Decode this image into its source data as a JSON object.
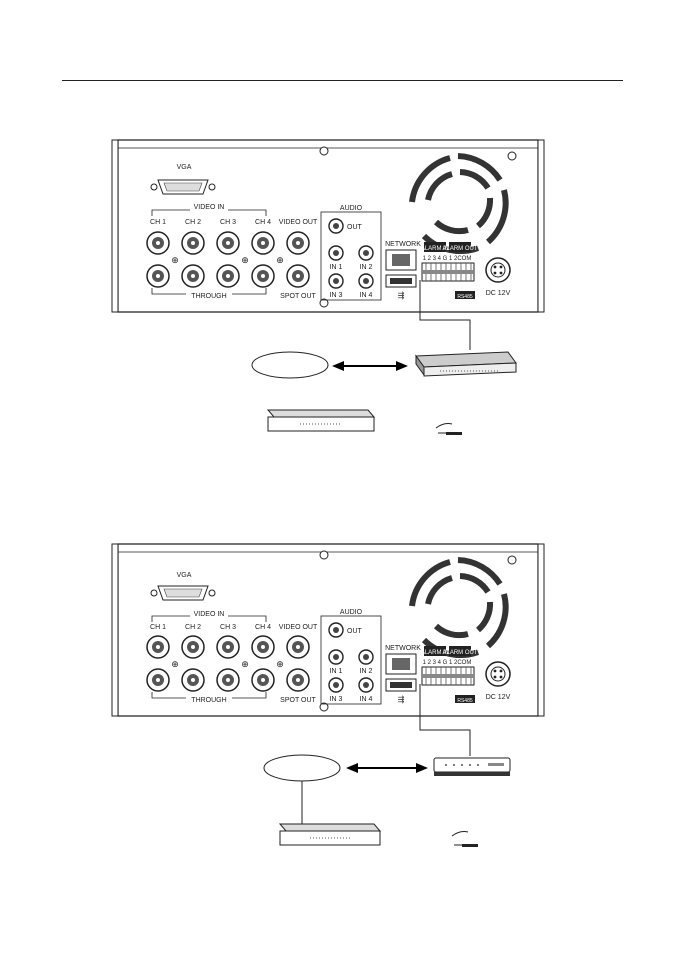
{
  "rear_panel": {
    "vga": "VGA",
    "video_in": "VIDEO IN",
    "ch1": "CH 1",
    "ch2": "CH 2",
    "ch3": "CH 3",
    "ch4": "CH 4",
    "video_out": "VIDEO OUT",
    "through": "THROUGH",
    "spot_out": "SPOT OUT",
    "audio": "AUDIO",
    "out": "OUT",
    "in1": "IN 1",
    "in2": "IN 2",
    "in3": "IN 3",
    "in4": "IN 4",
    "network": "NETWORK",
    "alarm_in": "ALARM IN",
    "alarm_out": "ALARM OUT",
    "terminal_numbers": "1 2 3 4 G 1 2COM",
    "rs485": "RS485",
    "dc12v": "DC 12V"
  }
}
